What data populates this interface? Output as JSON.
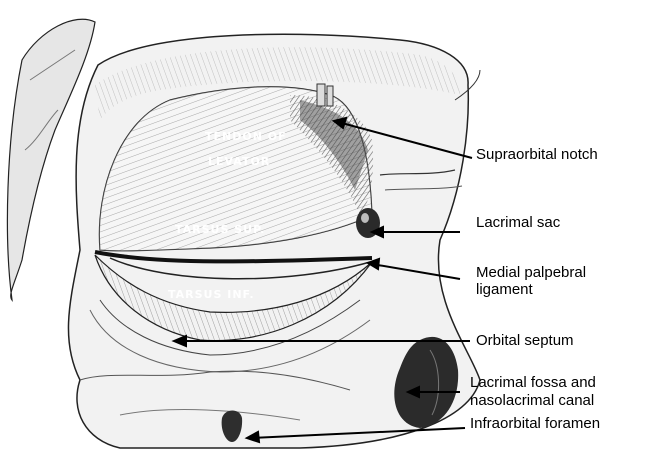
{
  "illustration": {
    "engraved_text": [
      "TENDON OF",
      "LEVATOR",
      "TARSUS SUP.",
      "TARSUS INF."
    ]
  },
  "labels": {
    "supraorbital_notch": "Supraorbital notch",
    "lacrimal_sac": "Lacrimal sac",
    "medial_palpebral_ligament_line1": "Medial palpebral",
    "medial_palpebral_ligament_line2": "ligament",
    "orbital_septum": "Orbital septum",
    "lacrimal_fossa_line1": "Lacrimal fossa and",
    "lacrimal_fossa_line2": "nasolacrimal canal",
    "infraorbital_foramen": "Infraorbital foramen"
  },
  "colors": {
    "ink": "#000000",
    "paper": "#ffffff",
    "tone_light": "#d9d9d9",
    "tone_mid": "#9a9a9a",
    "tone_dark": "#3a3a3a"
  }
}
